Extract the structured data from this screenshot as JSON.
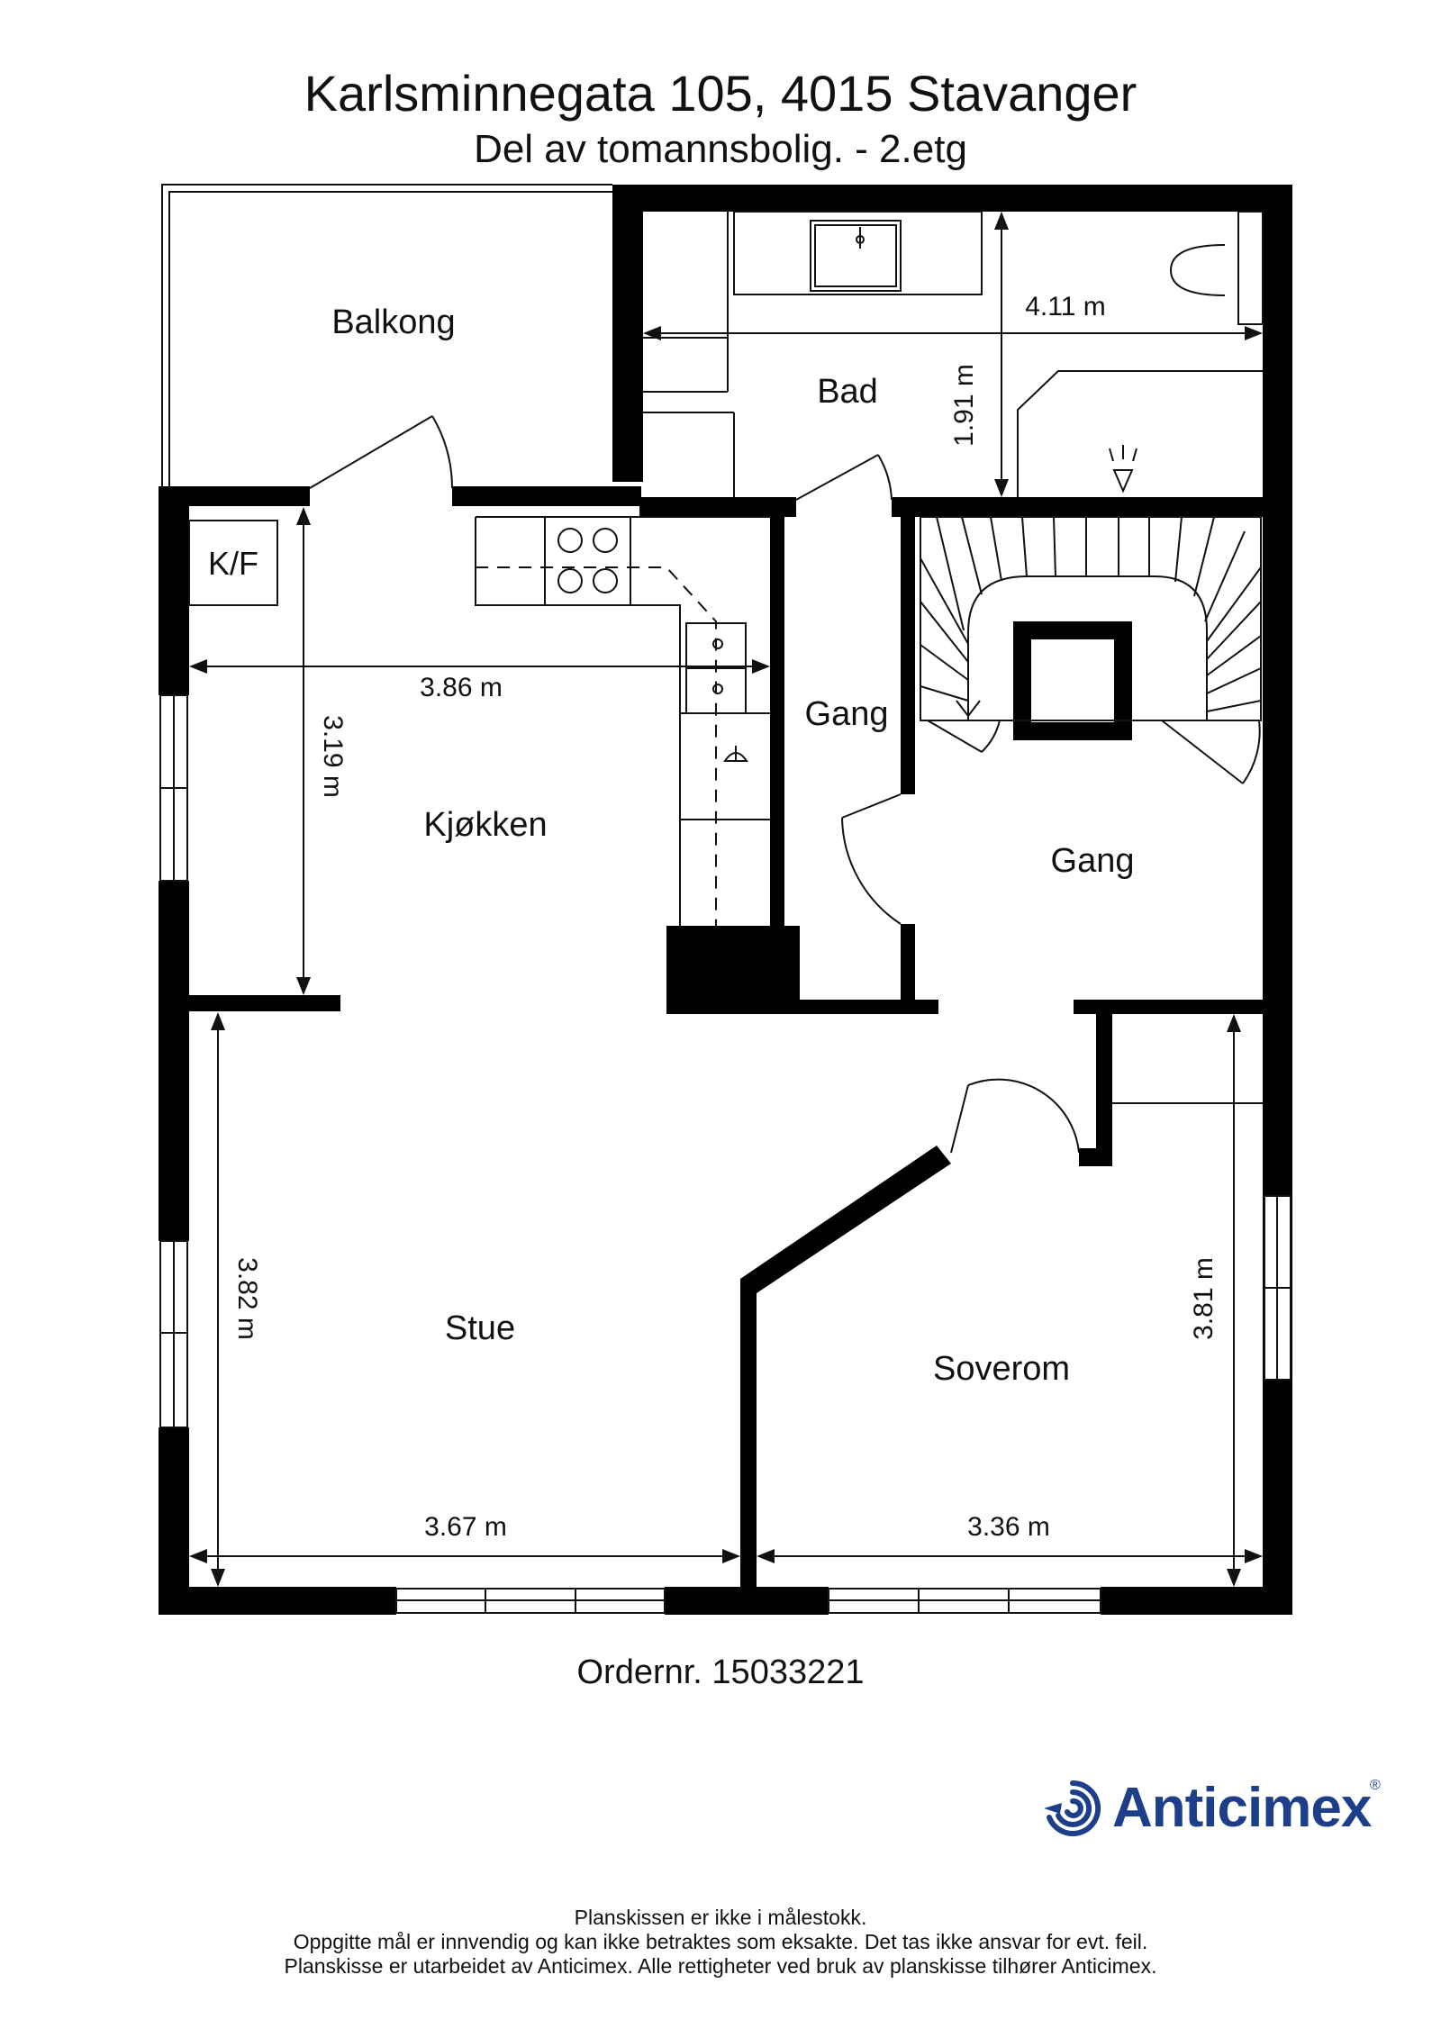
{
  "header": {
    "address": "Karlsminnegata 105, 4015 Stavanger",
    "subtitle": "Del av tomannsbolig.  - 2.etg"
  },
  "rooms": {
    "balkong": "Balkong",
    "bad": "Bad",
    "kf": "K/F",
    "gang_1": "Gang",
    "gang_2": "Gang",
    "kjokken": "Kjøkken",
    "stue": "Stue",
    "soverom": "Soverom"
  },
  "dimensions": {
    "bad_width": "4.11 m",
    "bad_depth": "1.91 m",
    "kjokken_width": "3.86 m",
    "kjokken_depth": "3.19 m",
    "stue_depth": "3.82 m",
    "stue_width": "3.67 m",
    "soverom_width": "3.36 m",
    "soverom_depth": "3.81 m"
  },
  "order": "Ordernr. 15033221",
  "brand": {
    "name": "Anticimex",
    "registered": "®",
    "color": "#1d3f8a",
    "icon": "anticimex-spiral-icon"
  },
  "disclaimer": [
    "Planskissen er ikke i målestokk.",
    "Oppgitte mål er innvendig og kan ikke betraktes som eksakte. Det tas ikke ansvar for evt. feil.",
    "Planskisse er utarbeidet av Anticimex. Alle rettigheter ved bruk av planskisse tilhører Anticimex."
  ]
}
